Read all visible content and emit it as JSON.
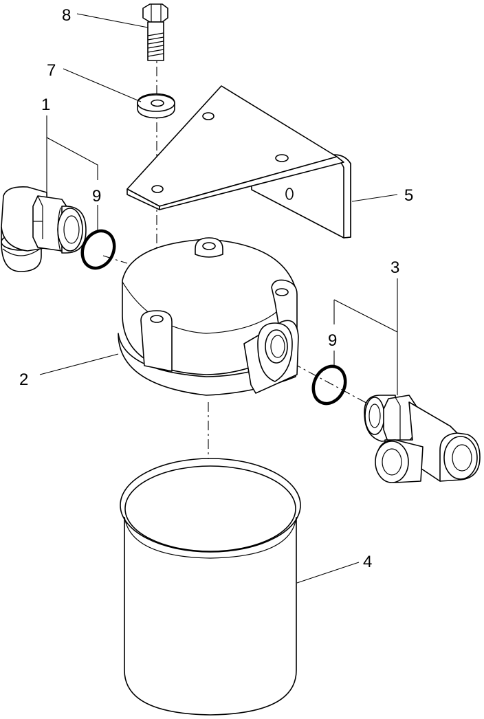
{
  "callouts": {
    "c1": "1",
    "c2": "2",
    "c3": "3",
    "c4": "4",
    "c5": "5",
    "c7": "7",
    "c8": "8",
    "c9_left": "9",
    "c9_right": "9"
  },
  "colors": {
    "line": "#000000",
    "background": "#ffffff"
  }
}
